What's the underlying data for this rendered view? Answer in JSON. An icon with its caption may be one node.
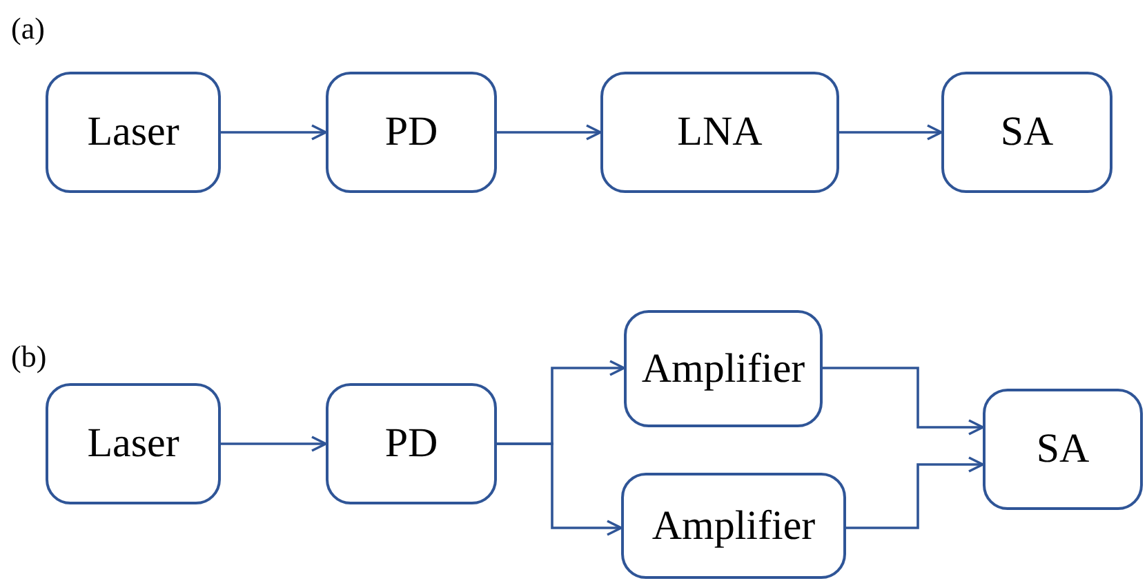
{
  "diagram": {
    "nodes": [
      {
        "text": [
          "Laser"
        ]
      },
      {
        "text": [
          "PD"
        ]
      },
      {
        "text": [
          "LNA"
        ]
      },
      {
        "text": [
          "SA"
        ]
      },
      {
        "text": [
          "Laser"
        ]
      },
      {
        "text": [
          "PD"
        ]
      },
      {
        "text": [
          "Amplifier"
        ]
      },
      {
        "text": [
          "Amplifier"
        ]
      },
      {
        "text": [
          "SA"
        ]
      }
    ],
    "edges": [
      {
        "from": 0,
        "to": 1,
        "arrow": "to"
      },
      {
        "from": 1,
        "to": 2,
        "arrow": "to"
      },
      {
        "from": 2,
        "to": 3,
        "arrow": "to"
      },
      {
        "from": 4,
        "to": 5,
        "arrow": "to"
      },
      {
        "from": 5,
        "to": 6,
        "arrow": "to"
      },
      {
        "from": 5,
        "to": 7,
        "arrow": "to"
      },
      {
        "from": 6,
        "to": 8,
        "arrow": "to"
      },
      {
        "from": 7,
        "to": 8,
        "arrow": "to"
      }
    ],
    "labels": [
      "(a)",
      "(b)"
    ]
  }
}
